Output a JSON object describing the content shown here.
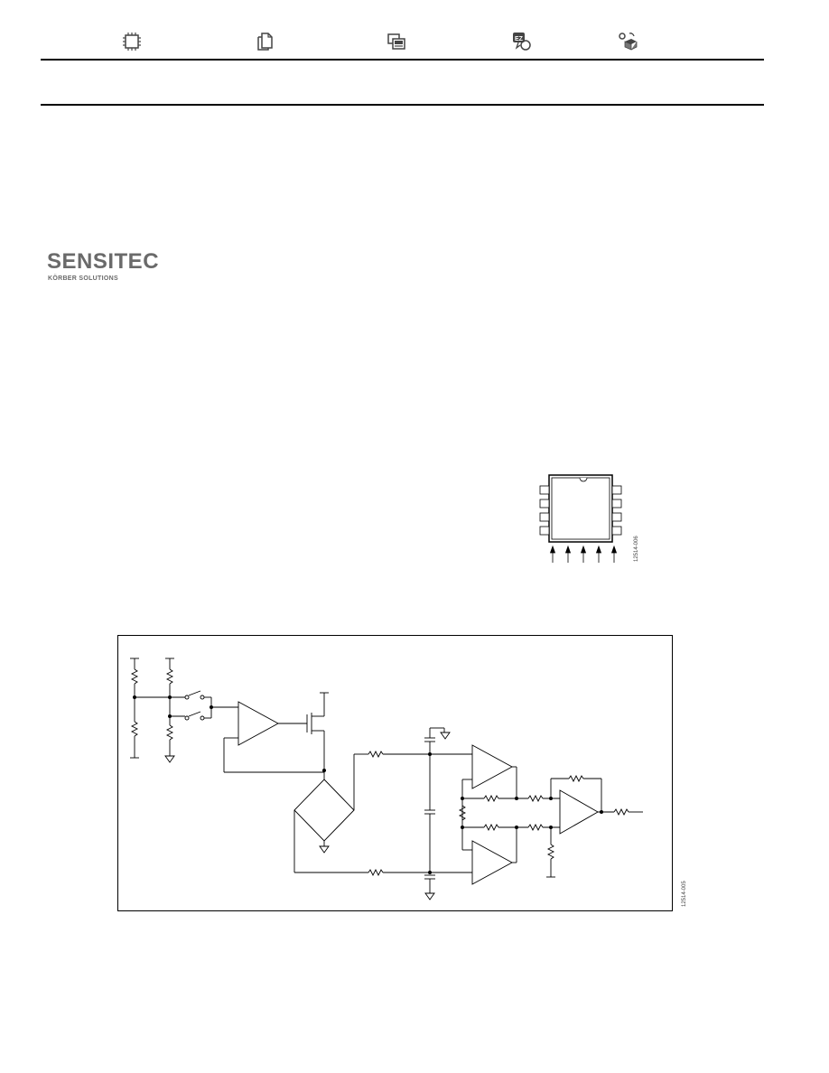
{
  "nav_icons": [
    {
      "name": "chip-icon",
      "label": ""
    },
    {
      "name": "document-icon",
      "label": ""
    },
    {
      "name": "tools-icon",
      "label": ""
    },
    {
      "name": "support-icon",
      "label": ""
    },
    {
      "name": "sample-icon",
      "label": ""
    }
  ],
  "title_box": {
    "text": ""
  },
  "logo": {
    "name": "SENSITEC",
    "tagline": "KÖRBER SOLUTIONS",
    "color": "#6a6a6a"
  },
  "pin_figure": {
    "code": "12514-006",
    "pins_per_side": 4,
    "bottom_arrows": 5
  },
  "schematic_figure": {
    "code": "12514-005"
  }
}
